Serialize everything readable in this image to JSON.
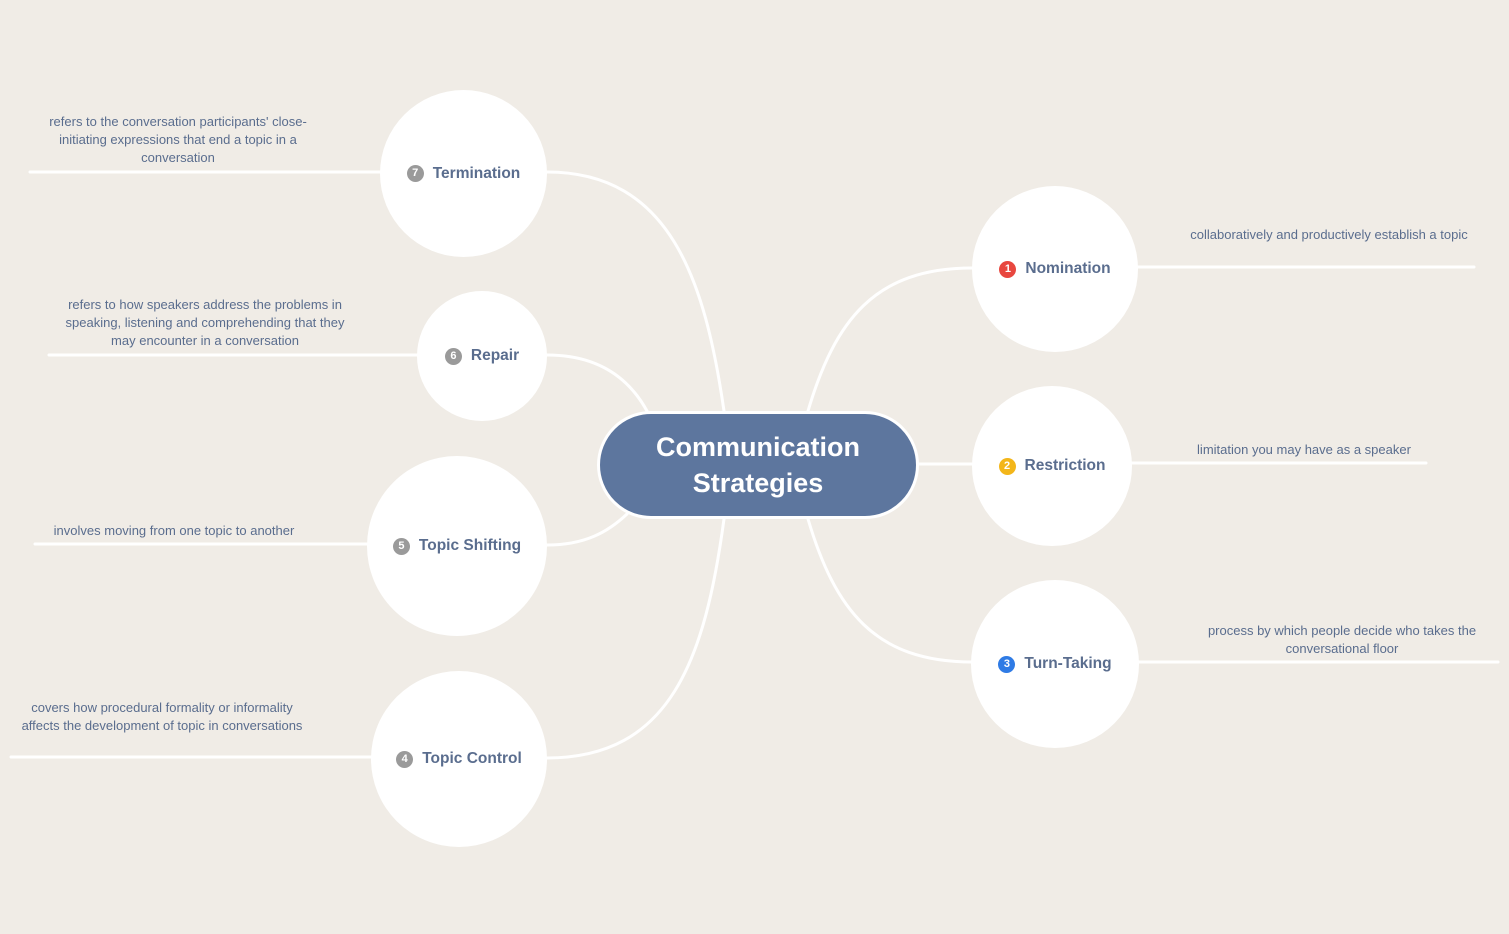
{
  "center": {
    "title": "Communication Strategies"
  },
  "colors": {
    "background": "#f0ece6",
    "center_fill": "#5d769e",
    "text": "#5a6d8e",
    "badge_1": "#e8473f",
    "badge_2": "#f3b61a",
    "badge_3": "#2f7be5",
    "badge_gray": "#9a9a9a"
  },
  "nodes": [
    {
      "number": "1",
      "label": "Nomination",
      "description": "collaboratively and productively establish a topic"
    },
    {
      "number": "2",
      "label": "Restriction",
      "description": "limitation you may have as a speaker"
    },
    {
      "number": "3",
      "label": "Turn-Taking",
      "description": "process by which people decide who takes the conversational floor"
    },
    {
      "number": "4",
      "label": "Topic Control",
      "description": "covers how procedural formality or informality affects the development of topic in conversations"
    },
    {
      "number": "5",
      "label": "Topic Shifting",
      "description": "involves moving from one topic to another"
    },
    {
      "number": "6",
      "label": "Repair",
      "description": "refers to how speakers address the problems in speaking, listening and comprehending that they may encounter in a conversation"
    },
    {
      "number": "7",
      "label": "Termination",
      "description": "refers to the conversation participants' close-initiating expressions that end a topic in a conversation"
    }
  ]
}
